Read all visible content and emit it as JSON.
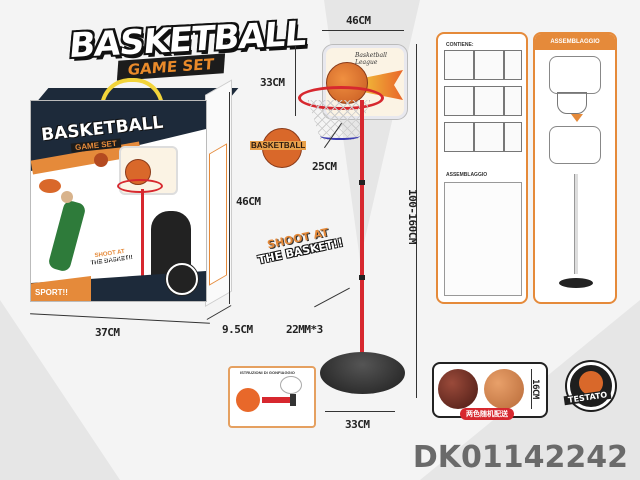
{
  "product": {
    "title": "BASKETBALL",
    "subtitle": "GAME SET",
    "model_code": "DK01142242"
  },
  "box": {
    "title": "BASKETBALL",
    "subtitle": "GAME SET",
    "slogan_line1": "SHOOT AT",
    "slogan_line2": "THE BASKET!!",
    "brand": "SPORT!!",
    "badge": "TESTATO",
    "dimensions": {
      "width": "37CM",
      "height": "46CM",
      "depth": "9.5CM"
    }
  },
  "hoop": {
    "backboard_width": "46CM",
    "backboard_height": "33CM",
    "rim_diameter": "25CM",
    "backboard_logo": "Basketball League",
    "pole_height": "100-160CM",
    "pole_tubes": "22MM*3",
    "base_diameter": "33CM"
  },
  "sticker": {
    "label": "BASKETBALL"
  },
  "slogan": {
    "line1": "SHOOT AT",
    "line2": "THE BASKET!!"
  },
  "instructions_left": {
    "contents_title": "CONTIENE:",
    "assembly_title": "ASSEMBLAGGIO"
  },
  "instructions_right": {
    "title": "ASSEMBLAGGIO"
  },
  "inflation_card": {
    "title": "ISTRUZIONI DI GONFIAGGIO"
  },
  "balls": {
    "size": "16CM",
    "note": "两色随机配送"
  },
  "badge": {
    "label": "TESTATO"
  },
  "colors": {
    "accent_orange": "#e58a3a",
    "pole_red": "#d7282f",
    "dark_navy": "#1d2a3a",
    "ball_orange": "#d9682a",
    "ball_brown": "#6b2a22"
  }
}
